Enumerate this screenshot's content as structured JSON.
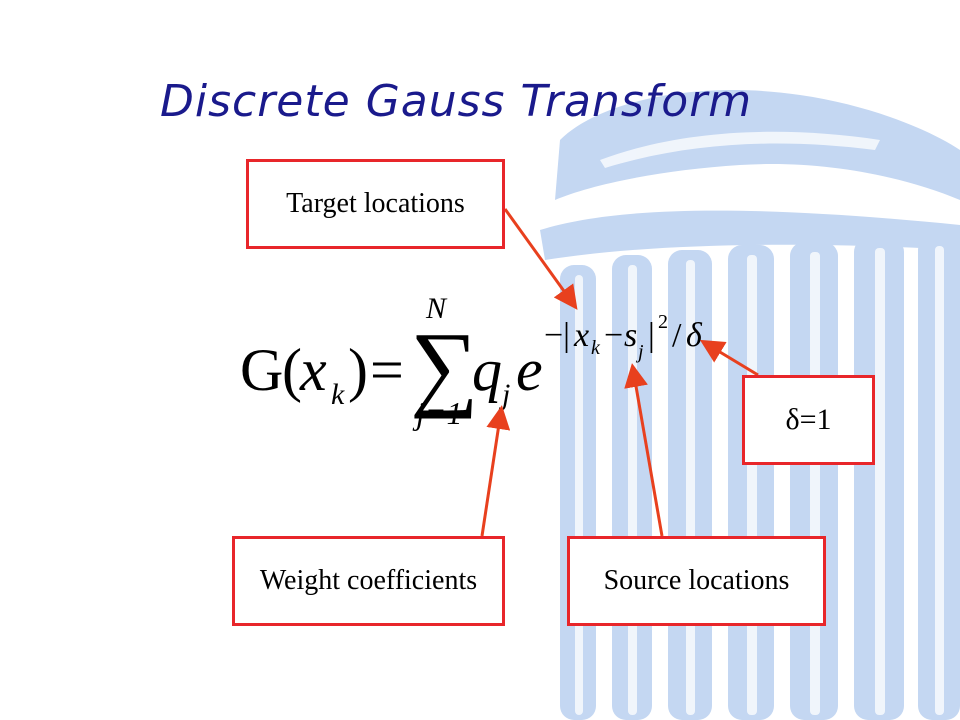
{
  "title": "Discrete Gauss Transform",
  "labels": {
    "target": "Target locations",
    "delta": "δ=1",
    "weight": "Weight coefficients",
    "source": "Source locations"
  },
  "formula": {
    "lhs_G": "G",
    "lhs_x": "x",
    "lhs_k": "k",
    "equals": "=",
    "sum_upper": "N",
    "sum_lower": "j=1",
    "sigma": "∑",
    "q": "q",
    "j": "j",
    "e": "e",
    "exp_minus": "−|",
    "exp_x": "x",
    "exp_k": "k",
    "exp_dash": "−",
    "exp_s": "s",
    "exp_j": "j",
    "exp_bar": "|",
    "exp_sq": "2",
    "exp_slash": "/",
    "exp_delta": "δ"
  },
  "colors": {
    "title": "#1a1a8c",
    "box_border": "#e8262a",
    "arrow": "#e8401e",
    "column": "#b9cfee"
  }
}
